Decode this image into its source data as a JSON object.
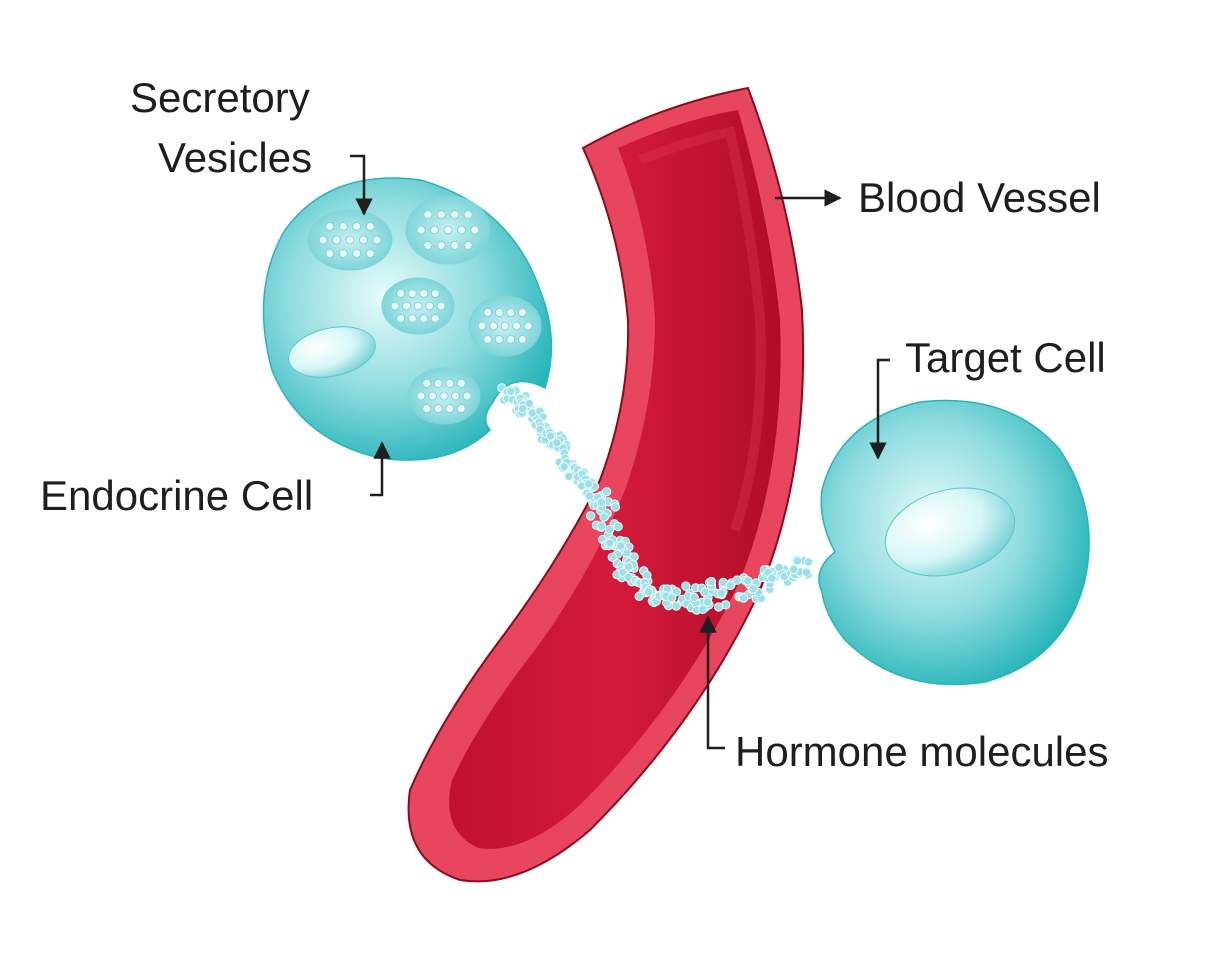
{
  "labels": {
    "secretory_line1": "Secretory",
    "secretory_line2": "Vesicles",
    "blood_vessel": "Blood Vessel",
    "target_cell": "Target Cell",
    "endocrine_cell": "Endocrine Cell",
    "hormone_molecules": "Hormone molecules"
  },
  "colors": {
    "cell": "#3fc3c6",
    "cell_light": "#e6fbfb",
    "vessel_wall": "#e8455f",
    "vessel_inner": "#c8102e",
    "vessel_outline": "#8a0c1e",
    "molecule": "#9fdfe6",
    "text": "#1e1e1e"
  }
}
